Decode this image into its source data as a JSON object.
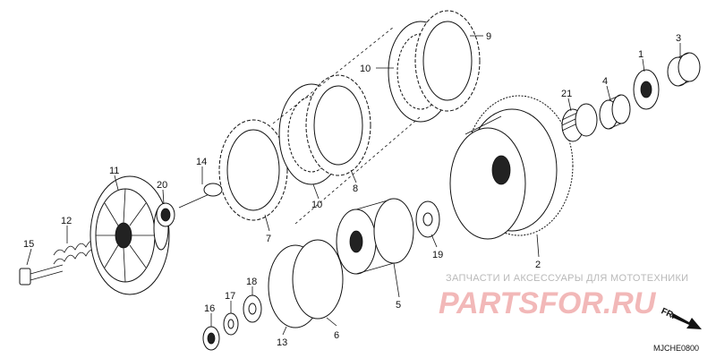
{
  "diagram": {
    "callouts": [
      "1",
      "2",
      "3",
      "4",
      "5",
      "6",
      "7",
      "8",
      "9",
      "10",
      "10",
      "11",
      "12",
      "13",
      "14",
      "15",
      "16",
      "17",
      "18",
      "19",
      "20",
      "21"
    ],
    "watermark_line": "ЗАПЧАСТИ И АКСЕССУАРЫ ДЛЯ МОТОТЕХНИКИ",
    "watermark_logo": "PARTSFOR.RU",
    "diagram_code": "MJCHE0800",
    "direction_label": "FR."
  }
}
